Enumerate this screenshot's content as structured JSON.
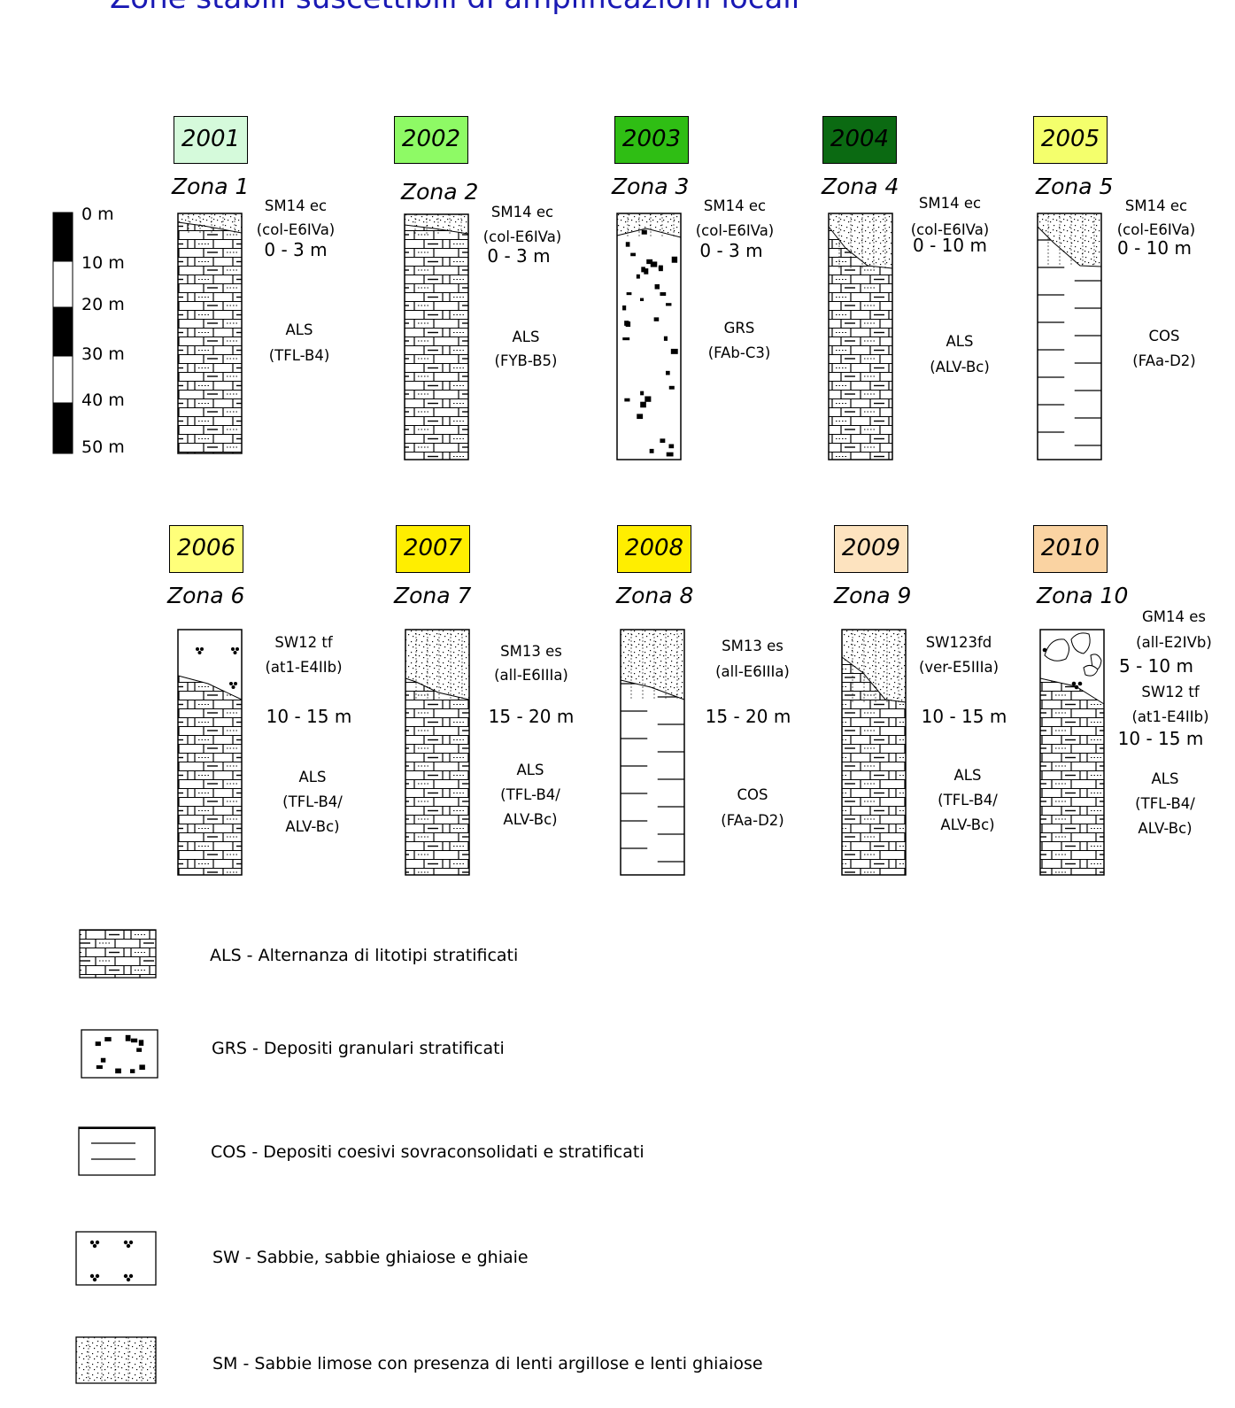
{
  "title": "Zone stabili suscettibili di amplificazioni locali",
  "scale": {
    "labels": [
      "0 m",
      "10 m",
      "20 m",
      "30 m",
      "40 m",
      "50 m"
    ]
  },
  "zones": [
    {
      "code": "2001",
      "color": "#d5fadb",
      "name": "Zona 1",
      "top_unit": "SM14 ec",
      "top_origin": "(col-E6IVa)",
      "depth": "0 - 3 m",
      "base_unit": "ALS",
      "base_origin": "(TFL-B4)"
    },
    {
      "code": "2002",
      "color": "#8efa65",
      "name": "Zona 2",
      "top_unit": "SM14 ec",
      "top_origin": "(col-E6IVa)",
      "depth": "0 - 3 m",
      "base_unit": "ALS",
      "base_origin": "(FYB-B5)"
    },
    {
      "code": "2003",
      "color": "#2fbe14",
      "name": "Zona 3",
      "top_unit": "SM14 ec",
      "top_origin": "(col-E6IVa)",
      "depth": "0 - 3 m",
      "base_unit": "GRS",
      "base_origin": "(FAb-C3)"
    },
    {
      "code": "2004",
      "color": "#0b6a12",
      "name": "Zona 4",
      "top_unit": "SM14 ec",
      "top_origin": "(col-E6IVa)",
      "depth": "0 - 10 m",
      "base_unit": "ALS",
      "base_origin": "(ALV-Bc)"
    },
    {
      "code": "2005",
      "color": "#f4ff6c",
      "name": "Zona 5",
      "top_unit": "SM14 ec",
      "top_origin": "(col-E6IVa)",
      "depth": "0 - 10 m",
      "base_unit": "COS",
      "base_origin": "(FAa-D2)"
    },
    {
      "code": "2006",
      "color": "#ffff7a",
      "name": "Zona 6",
      "top_unit": "SW12 tf",
      "top_origin": "(at1-E4IIb)",
      "depth": "10 - 15 m",
      "base_unit": "ALS",
      "base_origin": "(TFL-B4/",
      "base_origin2": "ALV-Bc)"
    },
    {
      "code": "2007",
      "color": "#ffee00",
      "name": "Zona 7",
      "top_unit": "SM13 es",
      "top_origin": "(all-E6IIIa)",
      "depth": "15 - 20 m",
      "base_unit": "ALS",
      "base_origin": "(TFL-B4/",
      "base_origin2": "ALV-Bc)"
    },
    {
      "code": "2008",
      "color": "#ffee00",
      "name": "Zona 8",
      "top_unit": "SM13 es",
      "top_origin": "(all-E6IIIa)",
      "depth": "15 - 20 m",
      "base_unit": "COS",
      "base_origin": "(FAa-D2)"
    },
    {
      "code": "2009",
      "color": "#fde3bf",
      "name": "Zona 9",
      "top_unit": "SW123fd",
      "top_origin": "(ver-E5IIIa)",
      "depth": "10 - 15 m",
      "base_unit": "ALS",
      "base_origin": "(TFL-B4/",
      "base_origin2": "ALV-Bc)"
    },
    {
      "code": "2010",
      "color": "#fad3a2",
      "name": "Zona 10",
      "top_unit": "GM14 es",
      "top_origin": "(all-E2IVb)",
      "depth": "5 - 10 m",
      "mid_unit": "SW12 tf",
      "mid_origin": "(at1-E4IIb)",
      "depth2": "10 - 15 m",
      "base_unit": "ALS",
      "base_origin": "(TFL-B4/",
      "base_origin2": "ALV-Bc)"
    }
  ],
  "legend": [
    {
      "symbol": "ALS",
      "text": "ALS - Alternanza di litotipi stratificati"
    },
    {
      "symbol": "GRS",
      "text": "GRS -  Depositi granulari stratificati"
    },
    {
      "symbol": "COS",
      "text": "COS - Depositi coesivi sovraconsolidati e stratificati"
    },
    {
      "symbol": "SW",
      "text": "SW - Sabbie, sabbie ghiaiose e ghiaie"
    },
    {
      "symbol": "SM",
      "text": "SM - Sabbie limose con presenza di lenti argillose e lenti ghiaiose"
    }
  ]
}
